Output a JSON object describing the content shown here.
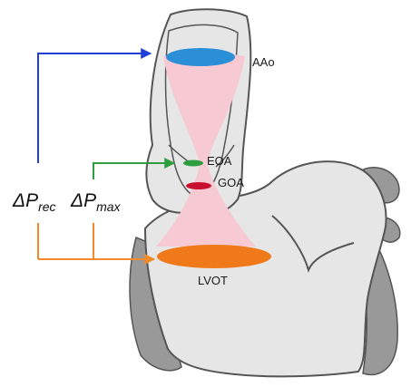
{
  "labels": {
    "aao": "AAo",
    "eoa": "EOA",
    "goa": "GOA",
    "lvot": "LVOT",
    "dp_rec_symbol": "ΔP",
    "dp_rec_sub": "rec",
    "dp_max_symbol": "ΔP",
    "dp_max_sub": "max"
  },
  "colors": {
    "aorta_fill": "#e6e6e6",
    "wall_fill": "#999999",
    "outline": "#555555",
    "flow_jet": "#f7c9d2",
    "aao_plane": "#2a8fd6",
    "eoa_plane": "#2e9e3e",
    "goa_plane": "#c8102e",
    "lvot_plane": "#f07a1a",
    "arrow_blue": "#1f3fd8",
    "arrow_green": "#2e9e3e",
    "arrow_orange": "#f08a2a"
  }
}
